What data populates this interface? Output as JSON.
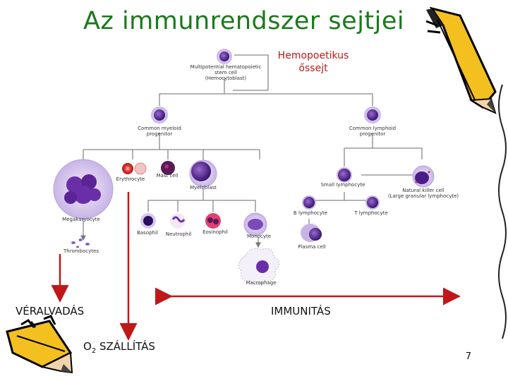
{
  "title": "Az immunrendszer sejtjei",
  "hemopoetic": [
    "Hemopoetikus",
    "őssejt"
  ],
  "cells": {
    "stem": [
      "Multipotential hematopoietic",
      "stem cell",
      "(Hemocytoblast)"
    ],
    "myeloid": [
      "Common myeloid",
      "progenitor"
    ],
    "lymphoid": [
      "Common lymphoid",
      "progenitor"
    ],
    "erythrocyte": "Erythrocyte",
    "mast": "Mast cell",
    "myeloblast": "Myeloblast",
    "megakaryocyte": "Megakaryocyte",
    "thrombocytes": "Thrombocytes",
    "basophil": "Basophil",
    "neutrophil": "Neutrophil",
    "eosinophil": "Eosinophil",
    "monocyte": "Monocyte",
    "macrophage": "Macrophage",
    "small_lymphocyte": "Small lymphocyte",
    "nk": [
      "Natural killer cell",
      "(Large granular lymphocyte)"
    ],
    "b_lymphocyte": "B lymphocyte",
    "t_lymphocyte": "T lymphocyte",
    "plasma": "Plasma cell"
  },
  "functions": {
    "veralvadas": "VÉRALVADÁS",
    "immunitas": "IMMUNITÁS",
    "o2_prefix": "O",
    "o2_sub": "2",
    "o2_rest": " SZÁLLÍTÁS"
  },
  "page_number": "7",
  "colors": {
    "title": "#1a7a1a",
    "accent": "#c01818",
    "cell": "#5a2a8a"
  }
}
